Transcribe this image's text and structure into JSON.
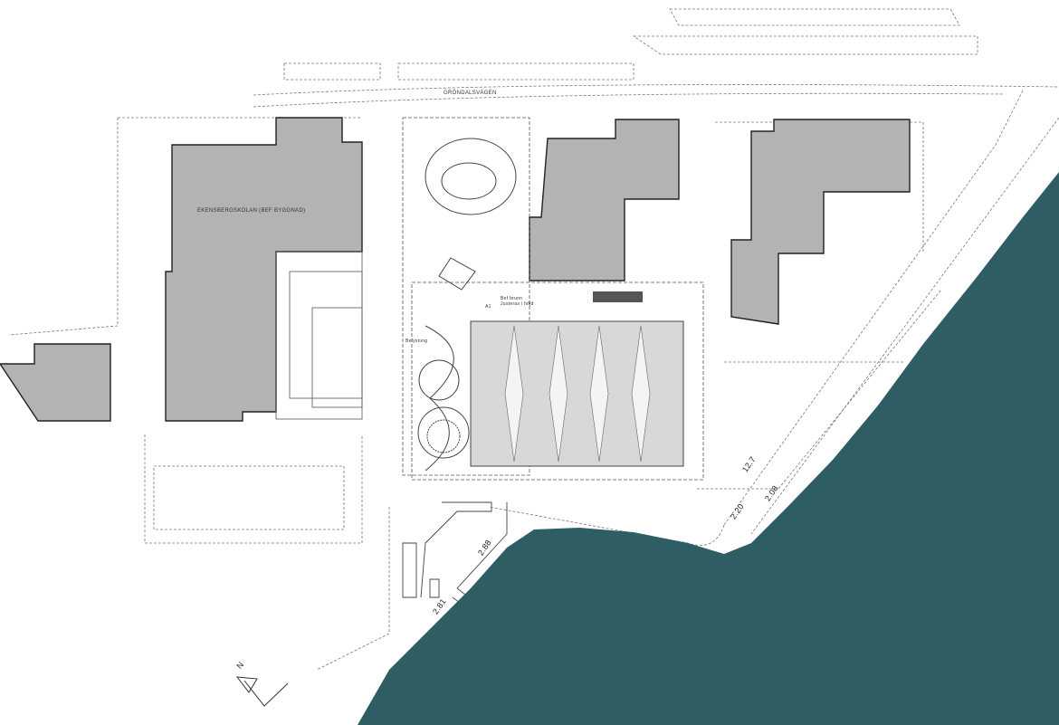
{
  "labels": {
    "street": "GRÖNDALSVÄGEN",
    "school": "EKENSBERGSKOLAN (BEF BYGGNAD)",
    "well_note_1": "Bef brunn",
    "well_note_2": "Justeras i höjd",
    "zone_a1": "A1",
    "lighting": "Belysning",
    "north": "N"
  },
  "levels": {
    "road_width": "12.7",
    "level_1": "2.20",
    "level_2": "2.08",
    "level_3": "2.88",
    "level_4": "2.81"
  },
  "colors": {
    "water": "#2e5e63",
    "building": "#b3b3b5",
    "outline": "#333333"
  }
}
